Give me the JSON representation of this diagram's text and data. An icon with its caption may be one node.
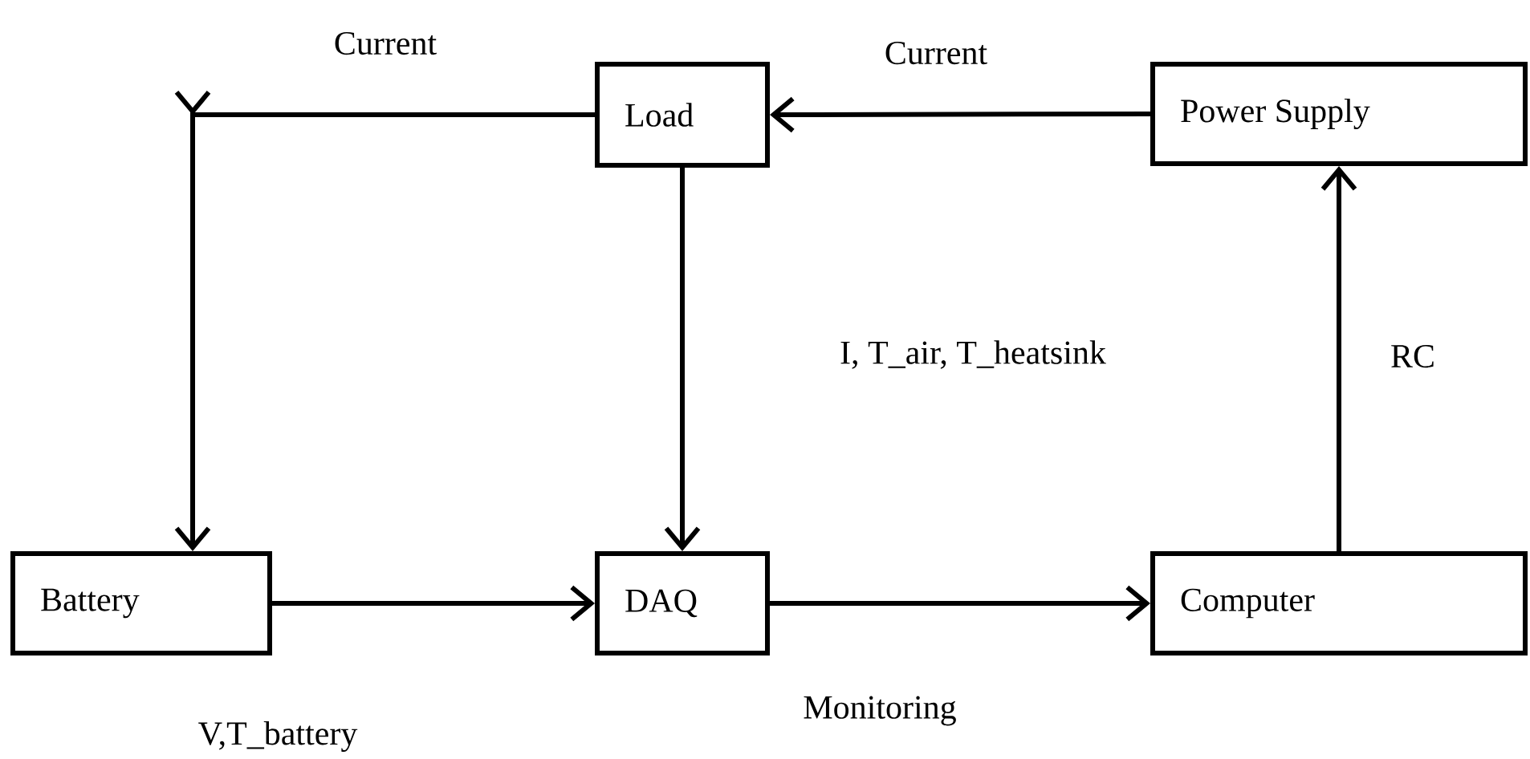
{
  "diagram": {
    "nodes": [
      {
        "text": [
          "Load"
        ]
      },
      {
        "text": [
          "Power Supply"
        ]
      },
      {
        "text": [
          "Battery"
        ]
      },
      {
        "text": [
          "DAQ"
        ]
      },
      {
        "text": [
          "Computer"
        ]
      }
    ],
    "edges": [
      {
        "from": 1,
        "to": 0,
        "arrow": "to",
        "label": "Current"
      },
      {
        "from": 0,
        "to": 2,
        "arrow": "to",
        "label": "Current"
      },
      {
        "from": 0,
        "to": 3,
        "arrow": "to",
        "label": "I, T_air, T_heatsink"
      },
      {
        "from": 2,
        "to": 3,
        "arrow": "to",
        "label": "V,T_battery"
      },
      {
        "from": 3,
        "to": 4,
        "arrow": "to",
        "label": "Monitoring"
      },
      {
        "from": 4,
        "to": 1,
        "arrow": "to",
        "label": "RC"
      }
    ]
  }
}
